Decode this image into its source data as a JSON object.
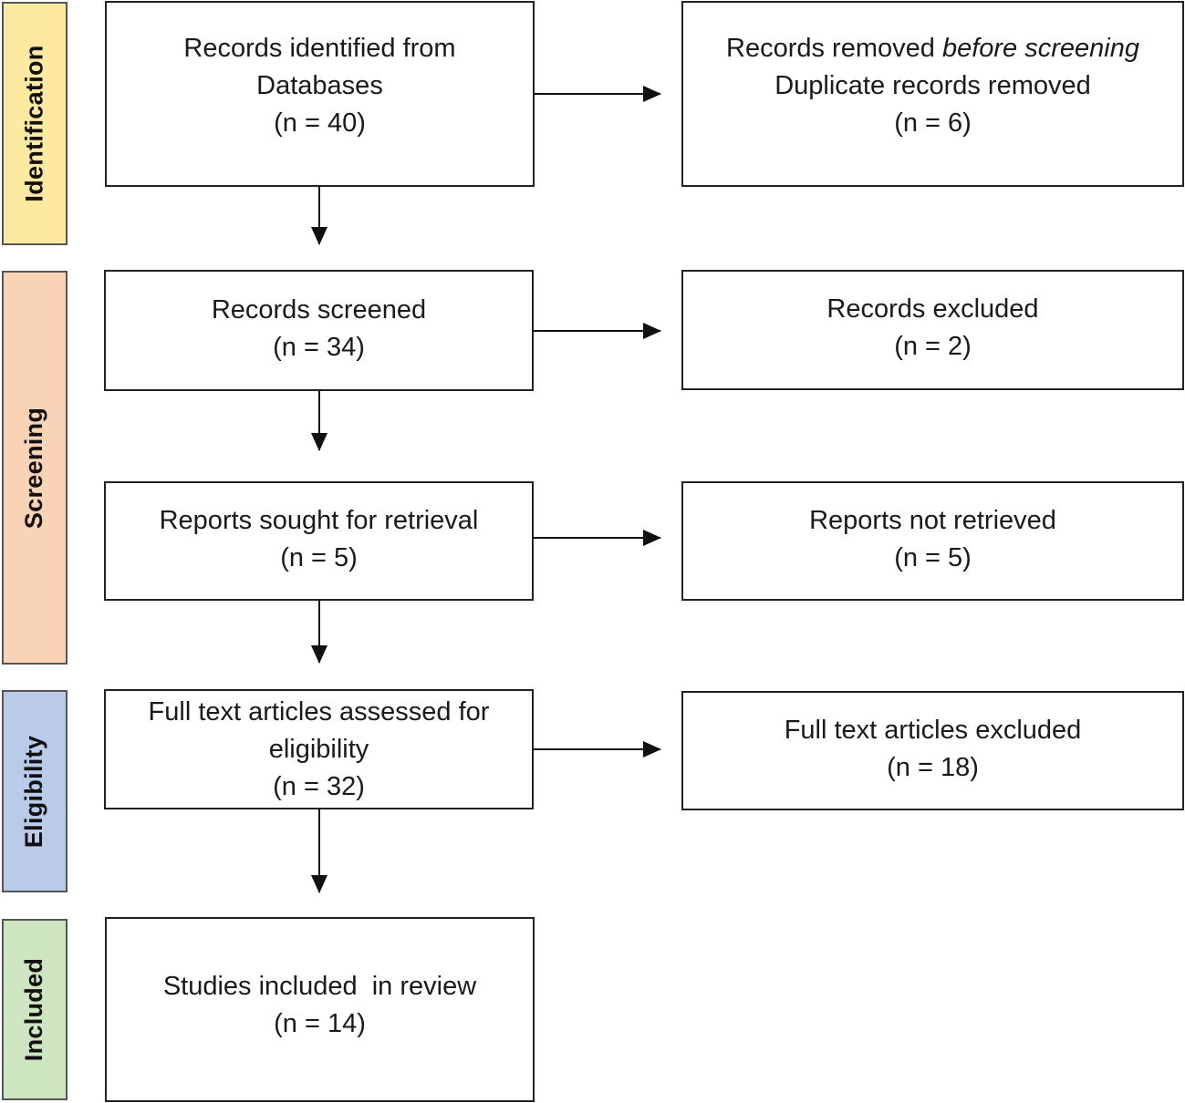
{
  "colors": {
    "identification": "#fdeaa0",
    "screening": "#f9d3b6",
    "eligibility": "#b9cbe8",
    "included": "#cde6c1",
    "line": "#111111"
  },
  "phases": {
    "identification": "Identification",
    "screening": "Screening",
    "eligibility": "Eligibility",
    "included": "Included"
  },
  "boxes": {
    "identified": {
      "line1": "Records identified from",
      "line2": "Databases",
      "count": "(n = 40)"
    },
    "removed": {
      "line1_prefix": "Records removed ",
      "line1_italic": "before screening",
      "line2": "Duplicate records removed",
      "count": "(n = 6)"
    },
    "screened": {
      "line1": "Records screened",
      "count": "(n = 34)"
    },
    "excluded": {
      "line1": "Records excluded",
      "count": "(n = 2)"
    },
    "sought": {
      "line1": "Reports sought for retrieval",
      "count": "(n = 5)"
    },
    "not_retrieved": {
      "line1": "Reports not retrieved",
      "count": "(n = 5)"
    },
    "assessed": {
      "line1": "Full text articles assessed for",
      "line2": "eligibility",
      "count": "(n = 32)"
    },
    "full_excluded": {
      "line1": "Full text articles excluded",
      "count": "(n = 18)"
    },
    "included": {
      "line1": "Studies included  in review",
      "count": "(n = 14)"
    }
  }
}
